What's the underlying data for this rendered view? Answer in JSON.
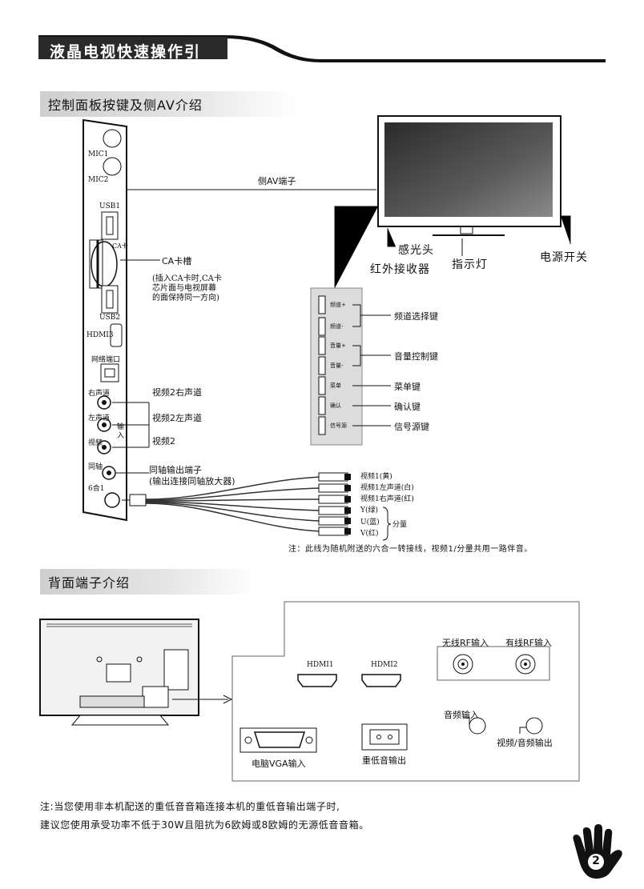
{
  "header": {
    "title": "液晶电视快速操作引导"
  },
  "section1": {
    "title": "控制面板按键及侧AV介绍",
    "side_panel": {
      "mic1": "MIC1",
      "mic2": "MIC2",
      "usb1": "USB1",
      "ca_slot_small": "CA卡",
      "usb2": "USB2",
      "hdmi3": "HDMI3",
      "network": "网络端口",
      "right": "右声道",
      "left": "左声道",
      "video": "视频",
      "input_v": "输入",
      "coax": "同轴",
      "six_in_one": "6合1"
    },
    "callouts": {
      "side_av": "侧AV端子",
      "ca_slot": "CA卡槽",
      "ca_note": [
        "(插入CA卡时,CA卡",
        "芯片面与电视屏幕",
        "的面保持同一方向)"
      ],
      "video2_right": "视频2右声道",
      "video2_left": "视频2左声道",
      "video2": "视频2",
      "coax_out": "同轴输出端子",
      "coax_note": "(输出连接同轴放大器)"
    },
    "tv_labels": {
      "sensor": "感光头",
      "ir": "红外接收器",
      "indicator": "指示灯",
      "power": "电源开关"
    },
    "buttons": [
      {
        "label": "频道+"
      },
      {
        "label": "频道-"
      },
      {
        "label": "音量+"
      },
      {
        "label": "音量-"
      },
      {
        "label": "菜单"
      },
      {
        "label": "确认"
      },
      {
        "label": "信号源"
      }
    ],
    "button_groups": {
      "channel": "频道选择键",
      "volume": "音量控制键",
      "menu": "菜单键",
      "ok": "确认键",
      "source": "信号源键"
    },
    "cable_labels": [
      "视频1(黄)",
      "视频1左声道(白)",
      "视频1右声道(红)",
      "Y(绿)",
      "U(蓝)",
      "V(红)"
    ],
    "component": "分量",
    "cable_note": "注：此线为随机附送的六合一转接线，视频1/分量共用一路伴音。"
  },
  "section2": {
    "title": "背面端子介绍",
    "ports": {
      "hdmi1": "HDMI1",
      "hdmi2": "HDMI2",
      "wireless_rf": "无线RF输入",
      "wired_rf": "有线RF输入",
      "audio_in": "音频输入",
      "av_out": "视频/音频输出",
      "vga": "电脑VGA输入",
      "sub": "重低音输出"
    }
  },
  "footer": {
    "note_line1": "注:当您使用非本机配送的重低音音箱连接本机的重低音输出端子时,",
    "note_line2": "建议您使用承受功率不低于30W且阻抗为6欧姆或8欧姆的无源低音音箱。",
    "page_number": "2"
  }
}
